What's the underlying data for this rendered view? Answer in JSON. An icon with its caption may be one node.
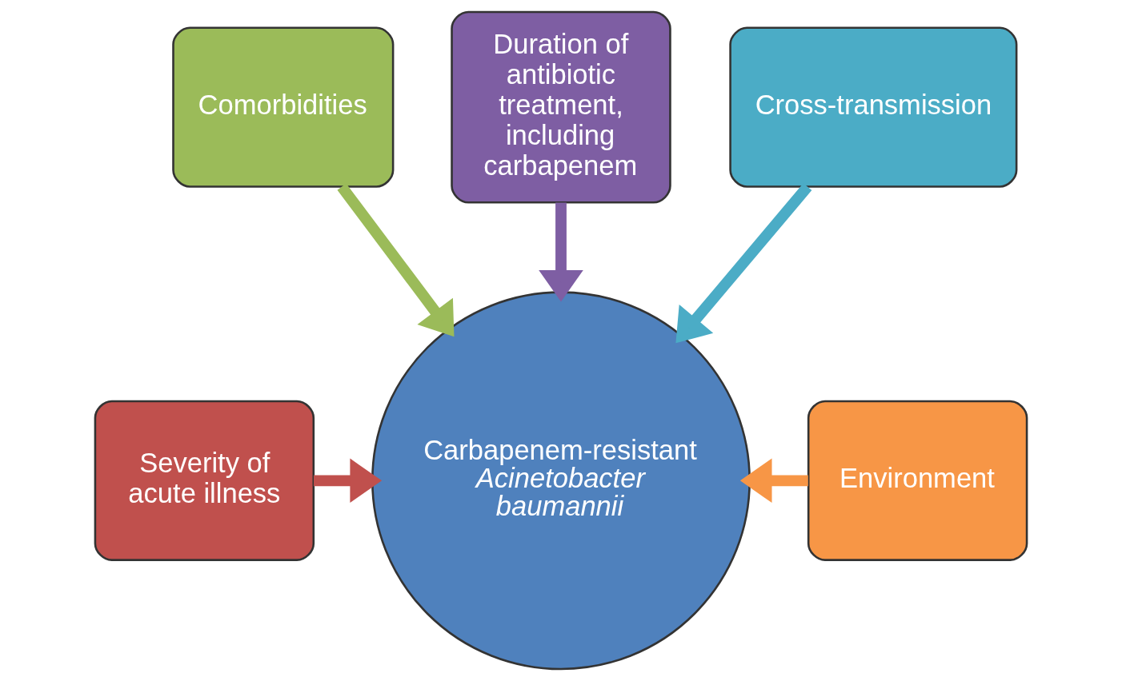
{
  "diagram": {
    "nodes": [
      {
        "text": [
          "Duration of antibiotic treatment, including carbapenem"
        ]
      },
      {
        "text": [
          "Comorbidities"
        ]
      },
      {
        "text": [
          "Cross-transmission"
        ]
      },
      {
        "text": [
          "Severity of acute illness"
        ]
      },
      {
        "text": [
          "Carbapenem-resistant *Acinetobacter baumannii*"
        ]
      },
      {
        "text": [
          "Environment"
        ]
      }
    ],
    "edges": [
      {
        "from": 0,
        "to": 4,
        "arrow": "to",
        "color": "#7e5ea3"
      },
      {
        "from": 1,
        "to": 4,
        "arrow": "to",
        "color": "#9bbb59"
      },
      {
        "from": 2,
        "to": 4,
        "arrow": "to",
        "color": "#4bacc6"
      },
      {
        "from": 3,
        "to": 4,
        "arrow": "to",
        "color": "#c0504d"
      },
      {
        "from": 5,
        "to": 4,
        "arrow": "to",
        "color": "#f79646"
      }
    ]
  }
}
